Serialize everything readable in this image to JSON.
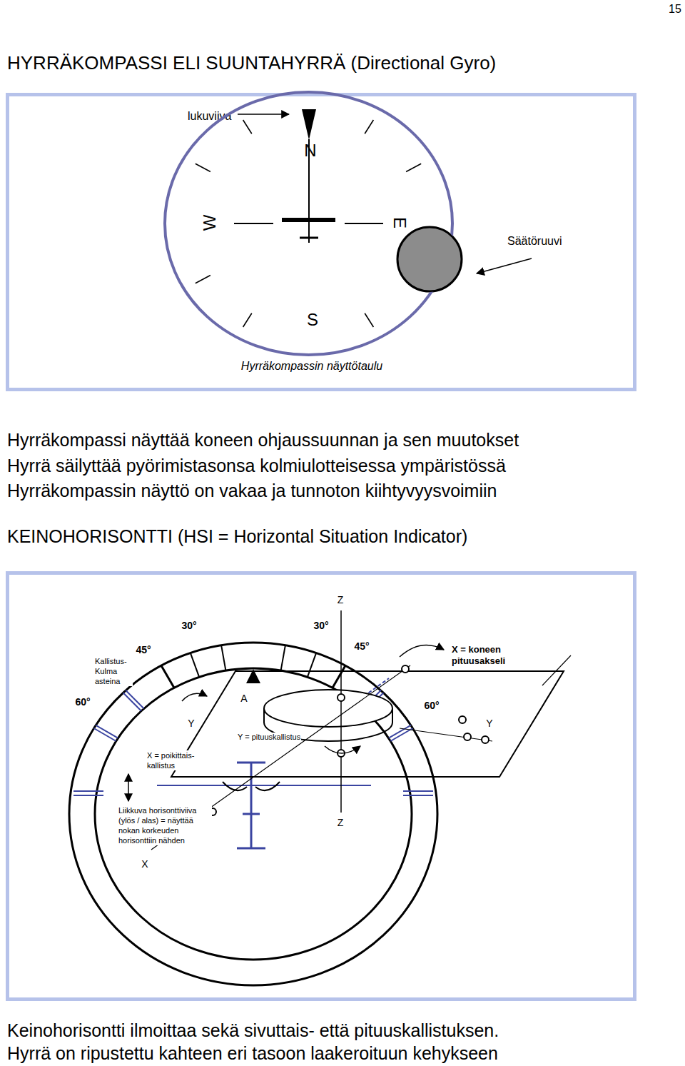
{
  "diagram": {
    "title": "HYRRÄKOMPASSI  ELI  SUUNTAHYRRÄ (Directional Gyro)",
    "nodes": [
      {
        "text": [
          "Hyrräkompassin näyttötaulu"
        ]
      },
      {
        "text": [
          "N",
          "W",
          "E",
          "S"
        ],
        "in": 0
      }
    ],
    "labels": [
      "15",
      "lukuviiva",
      "Säätöruuvi",
      "Hyrräkompassi näyttää koneen ohjaussuunnan ja sen muutokset",
      "Hyrrä säilyttää pyörimistasonsa kolmiulotteisessa ympäristössä",
      "Hyrräkompassin näyttö on vakaa ja tunnoton kiihtyvyysvoimiin",
      "KEINOHORISONTTI  (HSI  =  Horizontal Situation Indicator)",
      "Z",
      "30°",
      "30°",
      "Kallistus- Kulma asteina",
      "45°",
      "45°",
      "X = koneen pituusakseli",
      "60°",
      "A",
      "60°",
      "Y",
      "Y",
      "Y = pituuskallistus",
      "X = poikittais- kallistus",
      "Liikkuva horisonttiviiva (ylös / alas) = näyttää nokan korkeuden horisonttiin nähden",
      "Z",
      "X",
      "Keinohorisontti ilmoittaa sekä sivuttais-  että pituuskallistuksen.",
      "Hyrrä on ripustettu kahteen eri tasoon laakeroituun kehykseen"
    ]
  }
}
